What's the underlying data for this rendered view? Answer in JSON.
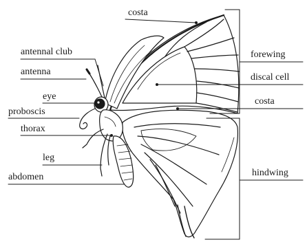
{
  "diagram": {
    "labels": {
      "costa_top": "costa",
      "antennal_club": "antennal club",
      "antenna": "antenna",
      "eye": "eye",
      "proboscis": "proboscis",
      "thorax": "thorax",
      "leg": "leg",
      "abdomen": "abdomen",
      "forewing": "forewing",
      "discal_cell": "discal cell",
      "costa_right": "costa",
      "hindwing": "hindwing"
    },
    "colors": {
      "ink": "#1a1a1a",
      "paper": "#ffffff"
    }
  }
}
